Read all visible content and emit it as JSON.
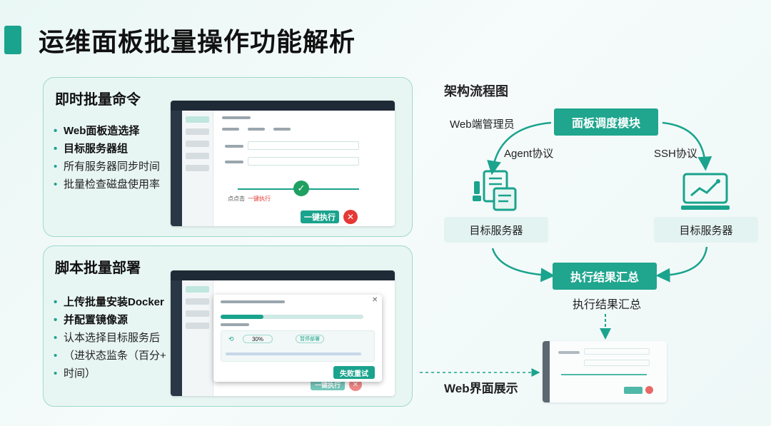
{
  "page": {
    "title": "运维面板批量操作功能解析"
  },
  "card1": {
    "title": "即时批量命令",
    "bullets": [
      "Web面板造选择",
      "目标服务器组",
      "所有服务器同步时间",
      "批量检查磁盘使用率"
    ],
    "shot": {
      "button_label": "一键执行",
      "status_text": "一键执行",
      "dot_text": "点点击"
    }
  },
  "card2": {
    "title": "脚本批量部署",
    "bullets": [
      "上传批量安装Docker",
      "并配置镜像源",
      "认本选择目标服务后",
      "（进状态监条（百分+",
      "时间）"
    ],
    "shot": {
      "progress_percent": 30,
      "percent_label": "30%",
      "retry_label": "失败重试",
      "pause_label": "暂停部署",
      "behind_button": "一键执行"
    }
  },
  "architecture": {
    "title": "架构流程图",
    "admin_label": "Web端管理员",
    "panel_module": "面板调度模块",
    "agent_protocol": "Agent协议",
    "ssh_protocol": "SSH协议",
    "server_left": "目标服务器",
    "server_right": "目标服务器",
    "result_module": "执行结果汇总",
    "result_caption": "执行结果汇总",
    "web_display": "Web界面展示"
  },
  "colors": {
    "accent": "#1aa38d",
    "teal_box": "#20a58e",
    "danger": "#e53935",
    "dark_nav": "#1e2a35"
  }
}
